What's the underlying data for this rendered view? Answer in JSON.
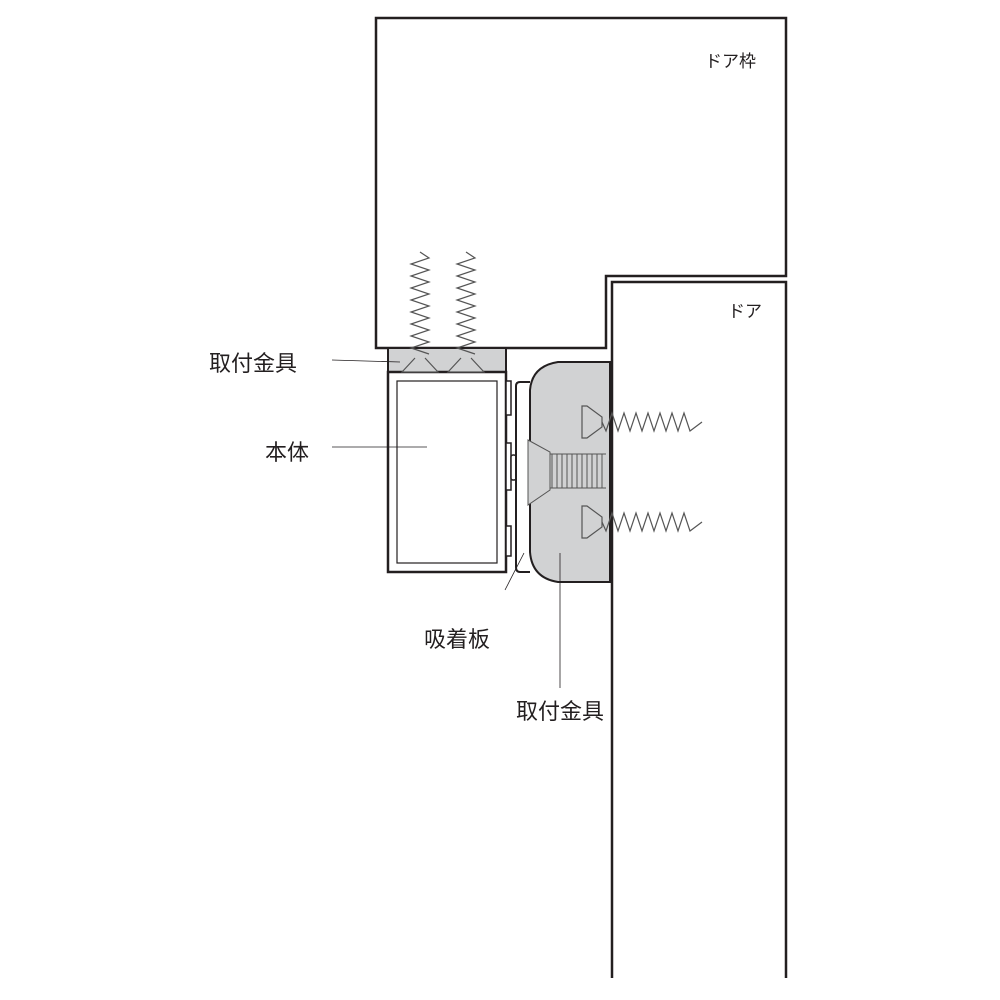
{
  "labels": {
    "door_frame": "ドア枠",
    "door": "ドア",
    "frame_bracket": "取付金具",
    "body": "本体",
    "attraction_plate": "吸着板",
    "door_bracket": "取付金具"
  },
  "colors": {
    "line": "#231f20",
    "metal": "#d1d2d3",
    "screw": "#555555"
  }
}
